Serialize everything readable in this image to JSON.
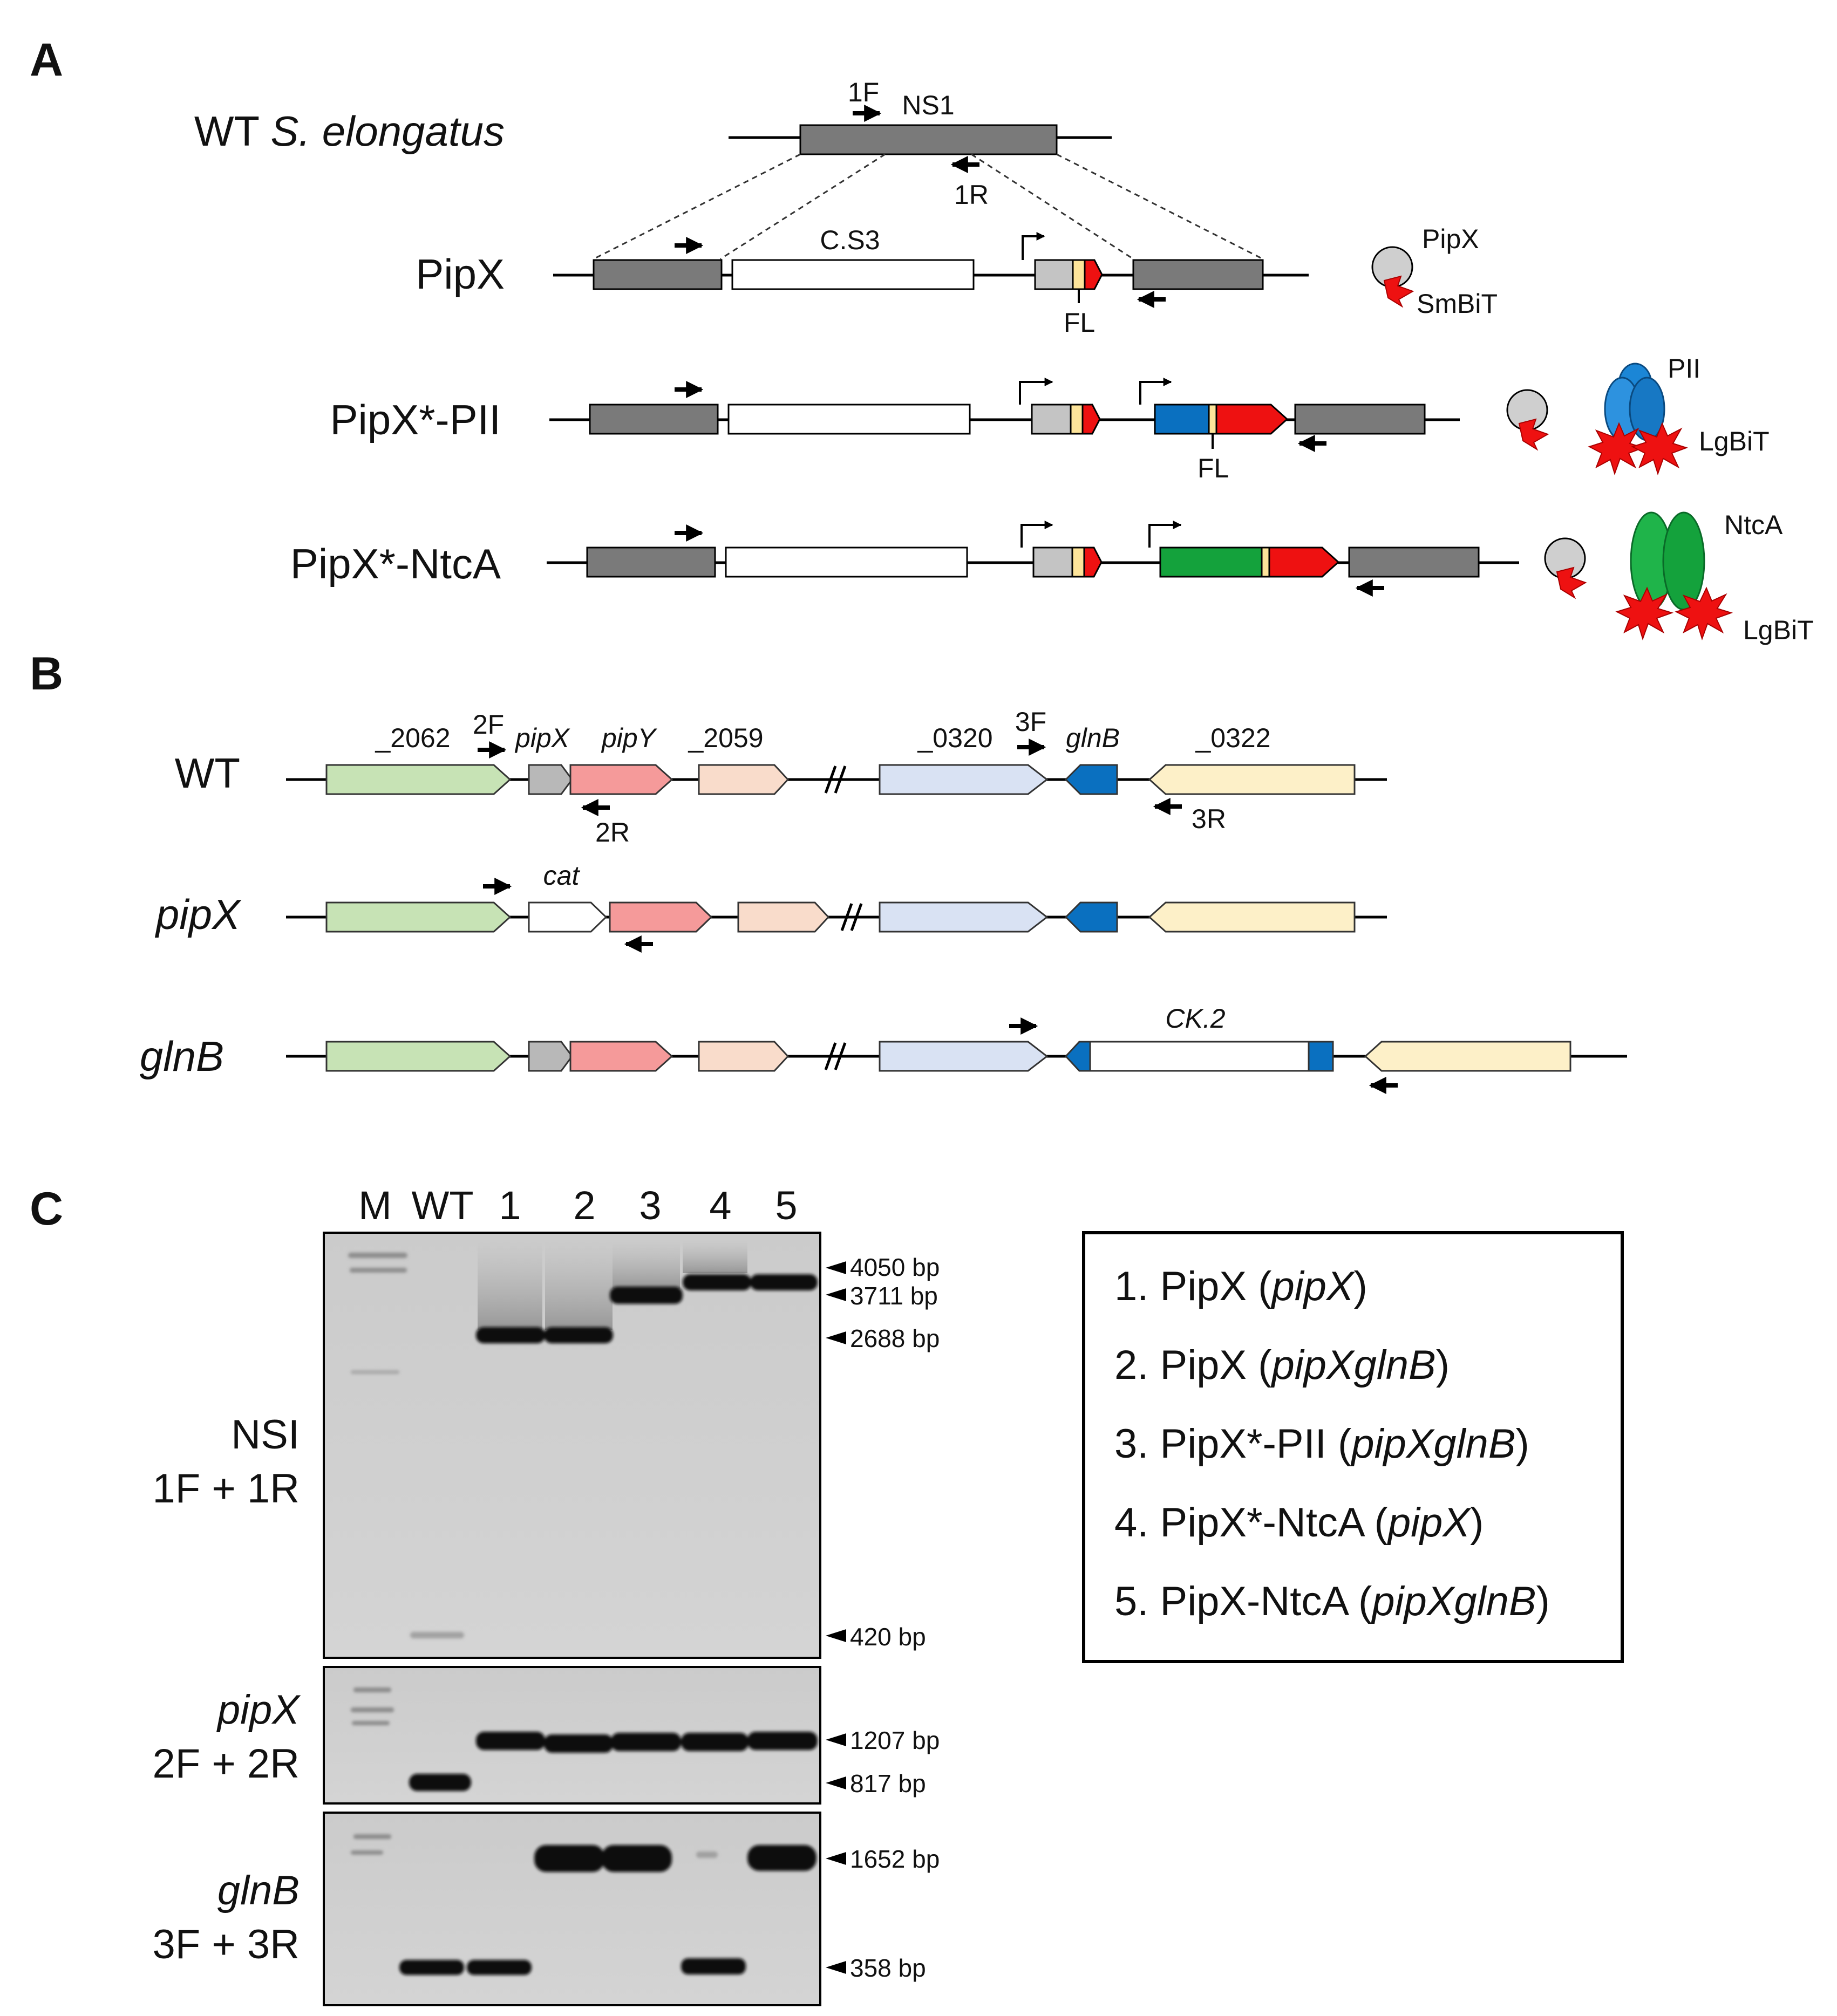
{
  "panels": {
    "a": "A",
    "b": "B",
    "c": "C"
  },
  "panel_a": {
    "wt_label": "WT",
    "wt_species": "S. elongatus",
    "constructs": [
      "PipX",
      "PipX*-PII",
      "PipX*-NtcA"
    ],
    "ns1": "NS1",
    "primer_1f": "1F",
    "primer_1r": "1R",
    "cs3": "C.S3",
    "fl": "FL",
    "proteins": {
      "pipx": "PipX",
      "smbit": "SmBiT",
      "pii": "PII",
      "ntca": "NtcA",
      "lgbit": "LgBiT"
    },
    "colors": {
      "ns1_gray": "#7a7a7a",
      "pipx_gray": "#c4c4c4",
      "linker_yellow": "#fde49a",
      "tag_red": "#ee1111",
      "pii_blue": "#0a70c0",
      "ntca_green": "#14a23c"
    }
  },
  "panel_b": {
    "strains": [
      "WT",
      "pipX",
      "glnB"
    ],
    "genes": {
      "g2062": "_2062",
      "pipx": "pipX",
      "pipy": "pipY",
      "g2059": "_2059",
      "g0320": "_0320",
      "glnb": "glnB",
      "g0322": "_0322"
    },
    "primers": {
      "p2f": "2F",
      "p2r": "2R",
      "p3f": "3F",
      "p3r": "3R"
    },
    "cat": "cat",
    "ck2": "CK.2",
    "colors": {
      "g2062": "#c7e3b5",
      "pipx": "#b8b8b8",
      "pipy": "#f59a9a",
      "g2059": "#f9dccb",
      "g0320": "#d9e2f3",
      "glnb": "#0a70c0",
      "g0322": "#fdf0c8"
    }
  },
  "panel_c": {
    "lanes": [
      "M",
      "WT",
      "1",
      "2",
      "3",
      "4",
      "5"
    ],
    "gels": [
      {
        "name": "NSI",
        "primers": "1F + 1R",
        "sizes": [
          "4050 bp",
          "3711 bp",
          "2688 bp",
          "420 bp"
        ]
      },
      {
        "name": "pipX",
        "primers": "2F + 2R",
        "sizes": [
          "1207 bp",
          "817 bp"
        ]
      },
      {
        "name": "glnB",
        "primers": "3F + 3R",
        "sizes": [
          "1652 bp",
          "358 bp"
        ]
      }
    ],
    "legend": [
      {
        "num": "1.",
        "strain": "PipX",
        "bg": "pipX"
      },
      {
        "num": "2.",
        "strain": "PipX",
        "bg": "pipXglnB"
      },
      {
        "num": "3.",
        "strain": "PipX*-PII",
        "bg": "pipXglnB"
      },
      {
        "num": "4.",
        "strain": "PipX*-NtcA",
        "bg": "pipX"
      },
      {
        "num": "5.",
        "strain": "PipX-NtcA",
        "bg": "pipXglnB"
      }
    ]
  }
}
